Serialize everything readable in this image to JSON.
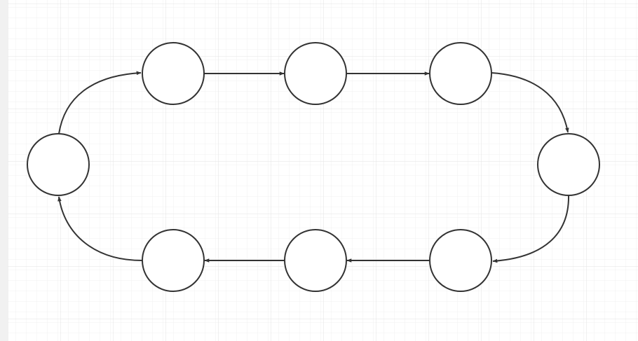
{
  "canvas": {
    "background": "#ffffff",
    "grid_minor_color": "#f0f0f0",
    "grid_major_color": "#e3e3e3",
    "gutter_color": "#f1f1f1",
    "grid_visible": true
  },
  "diagram": {
    "node_fill": "#ffffff",
    "stroke_color": "#333333",
    "node_shape": "circle",
    "nodes": [
      {
        "id": "n1",
        "label": ""
      },
      {
        "id": "n2",
        "label": ""
      },
      {
        "id": "n3",
        "label": ""
      },
      {
        "id": "n4",
        "label": ""
      },
      {
        "id": "n5",
        "label": ""
      },
      {
        "id": "n6",
        "label": ""
      },
      {
        "id": "n7",
        "label": ""
      },
      {
        "id": "n8",
        "label": ""
      }
    ],
    "edges": [
      {
        "from": "n1",
        "to": "n2",
        "style": "straight"
      },
      {
        "from": "n2",
        "to": "n3",
        "style": "straight"
      },
      {
        "from": "n3",
        "to": "n4",
        "style": "curved"
      },
      {
        "from": "n4",
        "to": "n5",
        "style": "curved"
      },
      {
        "from": "n5",
        "to": "n6",
        "style": "straight"
      },
      {
        "from": "n6",
        "to": "n7",
        "style": "straight"
      },
      {
        "from": "n7",
        "to": "n8",
        "style": "curved"
      },
      {
        "from": "n8",
        "to": "n1",
        "style": "curved"
      }
    ]
  }
}
